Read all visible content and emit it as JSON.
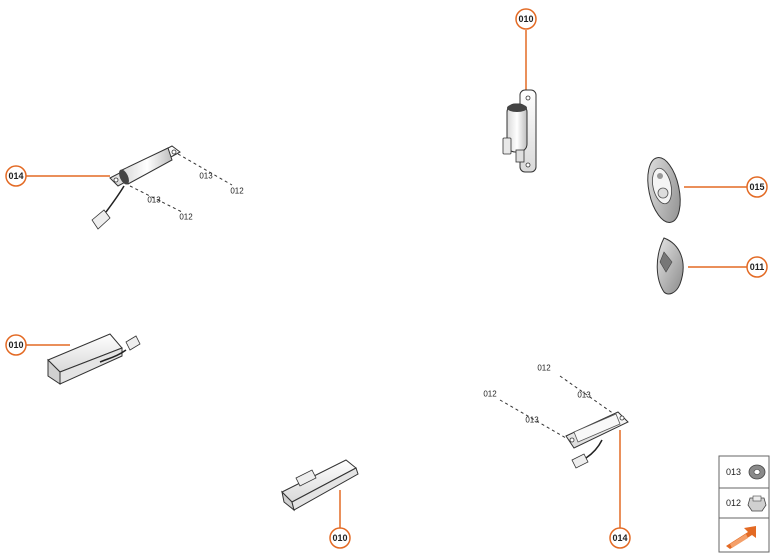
{
  "callouts": {
    "top_center": "010",
    "left_upper": "014",
    "left_lower": "010",
    "bottom_center": "010",
    "right_fob_round": "015",
    "right_fob_leaf": "011",
    "bottom_right": "014"
  },
  "fastener_labels": {
    "left_a_013": "013",
    "left_a_012": "012",
    "left_b_013": "013",
    "left_b_012": "012",
    "right_a_012": "012",
    "right_a_013": "013",
    "right_b_012": "012",
    "right_b_013": "013"
  },
  "legend": {
    "items": [
      {
        "code": "013",
        "icon": "washer-icon"
      },
      {
        "code": "012",
        "icon": "nut-icon"
      }
    ],
    "logo_icon": "arrow-logo-icon"
  },
  "colors": {
    "accent": "#e36a24",
    "line": "#555555",
    "part_fill": "#f2f2f2",
    "part_stroke": "#333333"
  }
}
